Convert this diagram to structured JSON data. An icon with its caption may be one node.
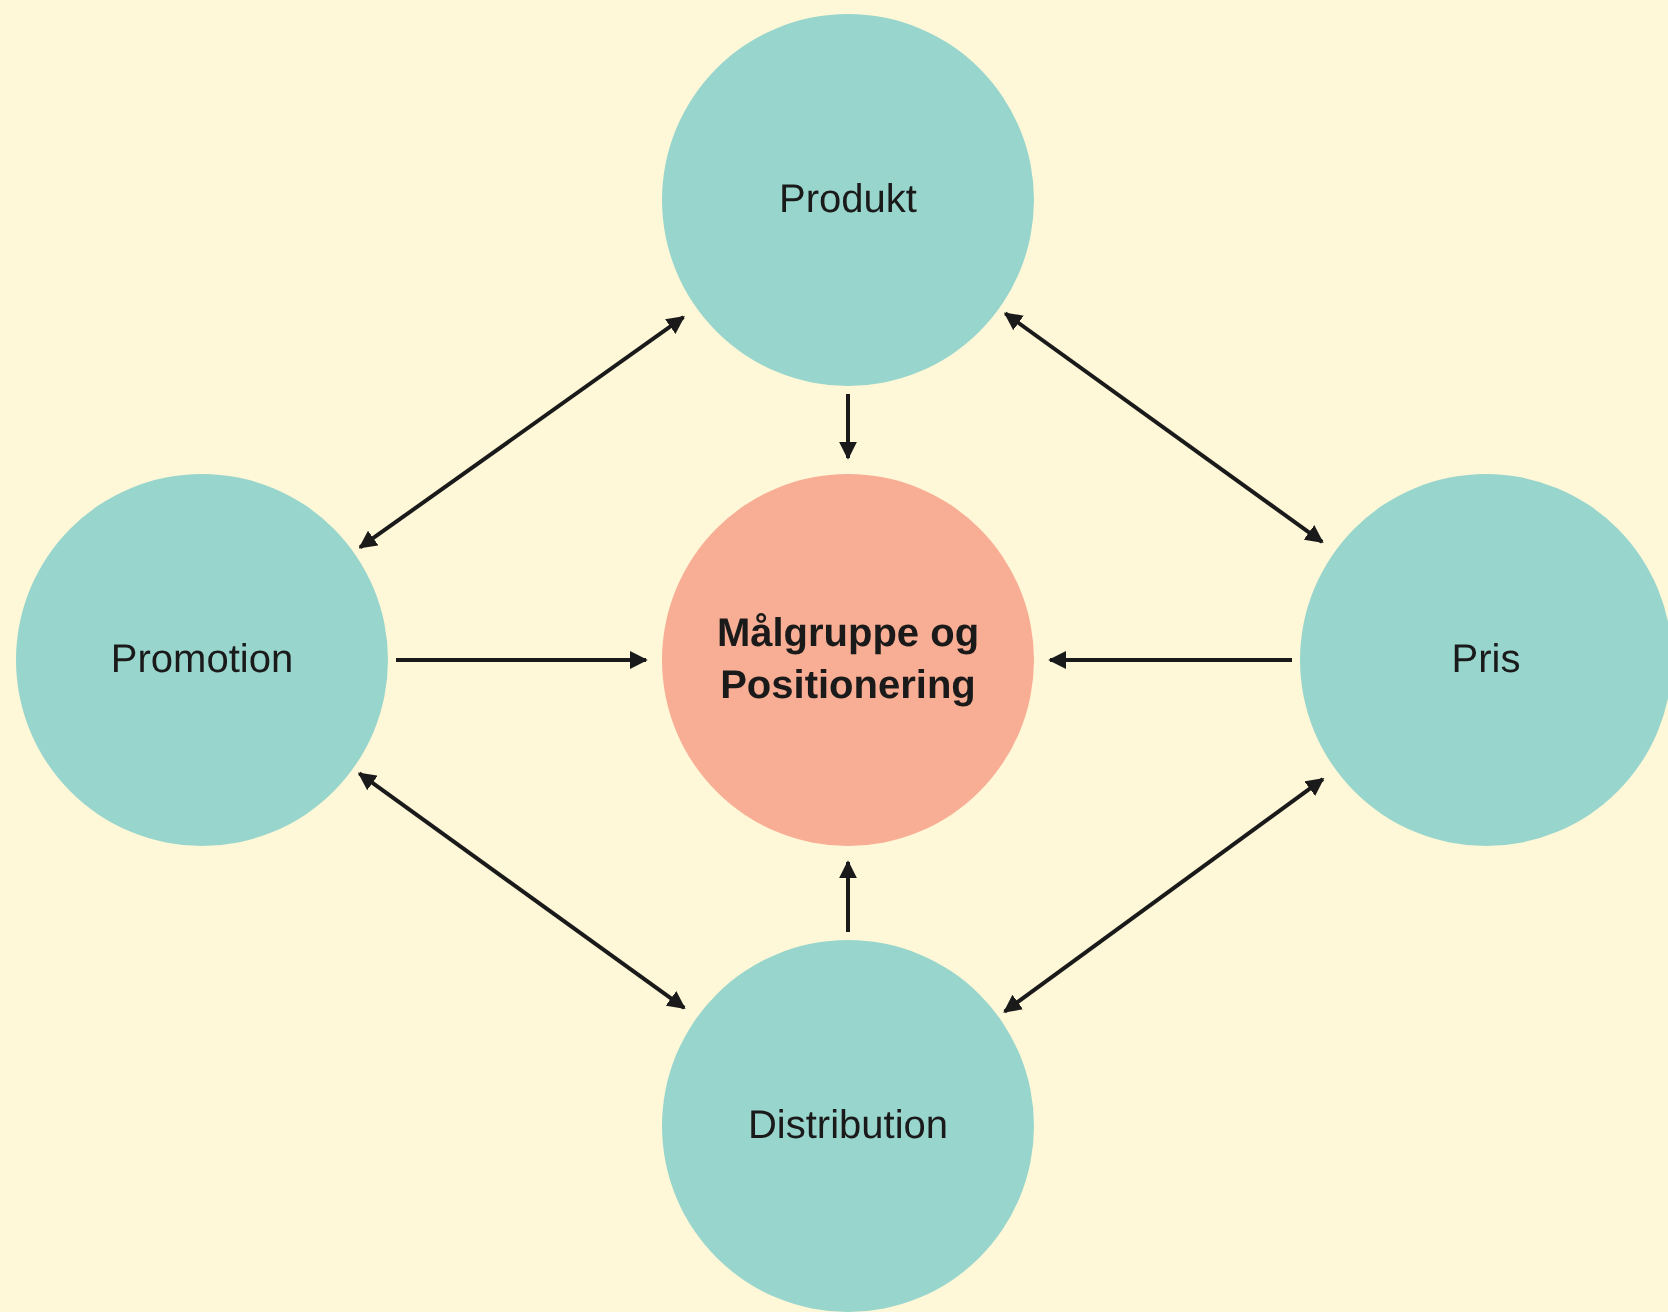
{
  "diagram": {
    "nodes": [
      {
        "text": [
          "Produkt"
        ]
      },
      {
        "text": [
          "Promotion"
        ]
      },
      {
        "text": [
          "Målgruppe og Positionering"
        ]
      },
      {
        "text": [
          "Pris"
        ]
      },
      {
        "text": [
          "Distribution"
        ]
      }
    ],
    "edges": [
      {
        "from": 0,
        "to": 2,
        "arrow": "to"
      },
      {
        "from": 1,
        "to": 2,
        "arrow": "to"
      },
      {
        "from": 3,
        "to": 2,
        "arrow": "to"
      },
      {
        "from": 4,
        "to": 2,
        "arrow": "to"
      },
      {
        "from": 1,
        "to": 0,
        "arrow": "both"
      },
      {
        "from": 0,
        "to": 3,
        "arrow": "both"
      },
      {
        "from": 1,
        "to": 4,
        "arrow": "both"
      },
      {
        "from": 4,
        "to": 3,
        "arrow": "both"
      }
    ]
  }
}
